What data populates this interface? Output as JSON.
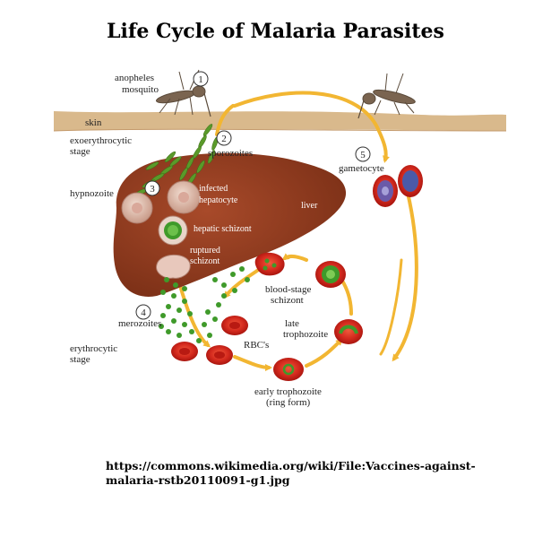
{
  "title": "Life Cycle of Malaria Parasites",
  "labels": {
    "mosquito_line1": "anopheles",
    "mosquito_line2": "mosquito",
    "skin": "skin",
    "exo_line1": "exoerythrocytic",
    "exo_line2": "stage",
    "sporozoites": "sporozoites",
    "hypnozoite": "hypnozoite",
    "infected_line1": "infected",
    "infected_line2": "hepatocyte",
    "liver": "liver",
    "hepatic_schizont": "hepatic schizont",
    "ruptured_line1": "ruptured",
    "ruptured_line2": "schizont",
    "merozoites": "merozoites",
    "ery_line1": "erythrocytic",
    "ery_line2": "stage",
    "rbcs": "RBC's",
    "gametocyte": "gametocyte",
    "blood_schizont_line1": "blood-stage",
    "blood_schizont_line2": "schizont",
    "late_line1": "late",
    "late_line2": "trophozoite",
    "early_line1": "early trophozoite",
    "early_line2": "(ring form)"
  },
  "steps": [
    "1",
    "2",
    "3",
    "4",
    "5"
  ],
  "source_url": "https://commons.wikimedia.org/wiki/File:Vaccines-against-malaria-rstb20110091-g1.jpg",
  "colors": {
    "arrow": "#f2b632",
    "liver": "#8c3a1f",
    "rbc": "#d42a1e",
    "parasite": "#3f9a2a",
    "skin": "#d9b98c"
  }
}
